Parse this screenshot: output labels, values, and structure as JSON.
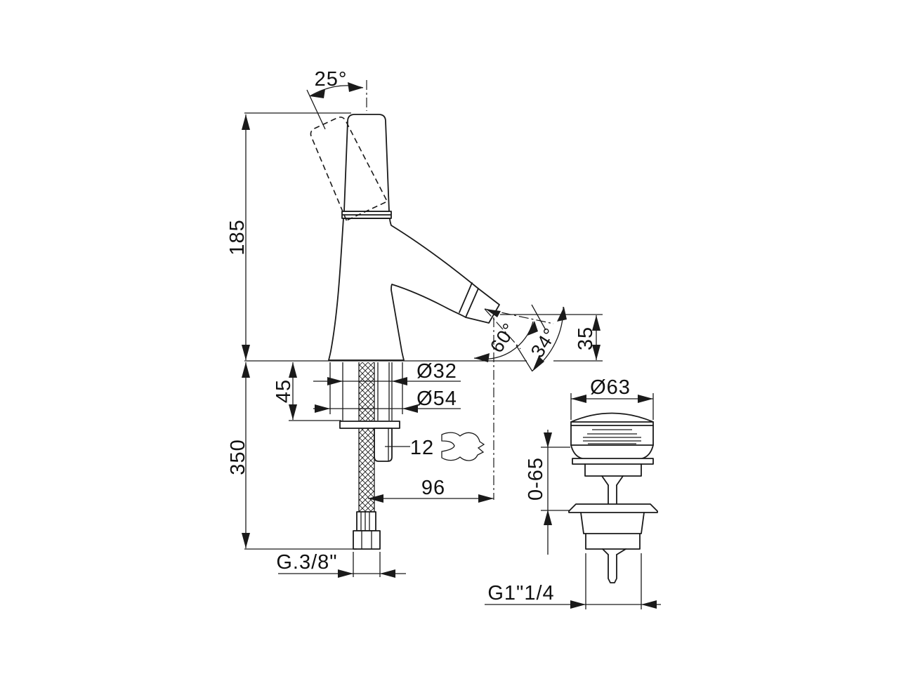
{
  "drawing": {
    "kind": "technical-dimension-drawing",
    "views": [
      "mixer-front-view",
      "pop-up-waste-detail"
    ]
  },
  "front_view": {
    "handle_angle": "25°",
    "spout_height": "185",
    "under_deck_depth": "350",
    "deck_clamp_range": "45",
    "shank_diameter": "Ø32",
    "base_diameter": "Ø54",
    "locknut_size": "12",
    "spout_reach": "96",
    "spray_angle_inner": "60°",
    "spray_angle_outer": "34°",
    "outlet_height": "35",
    "supply_thread": "G.3/8\""
  },
  "drain_view": {
    "cap_diameter": "Ø63",
    "adjust_range": "0-65",
    "waste_thread": "G1\"1/4"
  },
  "colors": {
    "line": "#1a1a1a",
    "background": "#ffffff"
  }
}
